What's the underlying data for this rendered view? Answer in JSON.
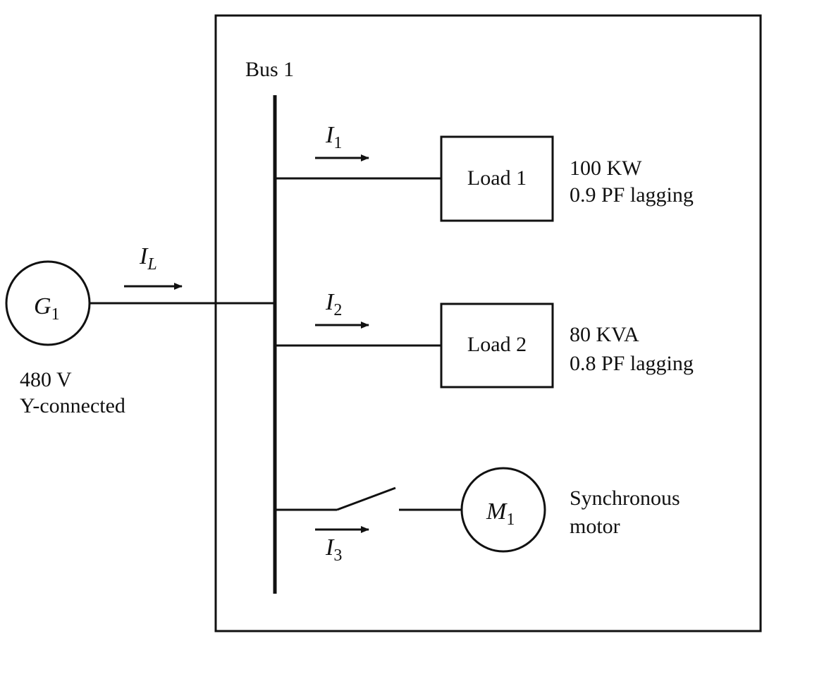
{
  "generator": {
    "symbol": "G",
    "subscript": "1",
    "voltage": "480 V",
    "connection": "Y-connected"
  },
  "bus": {
    "label": "Bus 1"
  },
  "currents": {
    "line": {
      "symbol": "I",
      "subscript": "L"
    },
    "i1": {
      "symbol": "I",
      "subscript": "1"
    },
    "i2": {
      "symbol": "I",
      "subscript": "2"
    },
    "i3": {
      "symbol": "I",
      "subscript": "3"
    }
  },
  "load1": {
    "label": "Load 1",
    "rating": "100 KW",
    "pf": "0.9 PF lagging"
  },
  "load2": {
    "label": "Load 2",
    "rating": "80 KVA",
    "pf": "0.8 PF lagging"
  },
  "motor": {
    "symbol": "M",
    "subscript": "1",
    "type_line1": "Synchronous",
    "type_line2": "motor"
  }
}
